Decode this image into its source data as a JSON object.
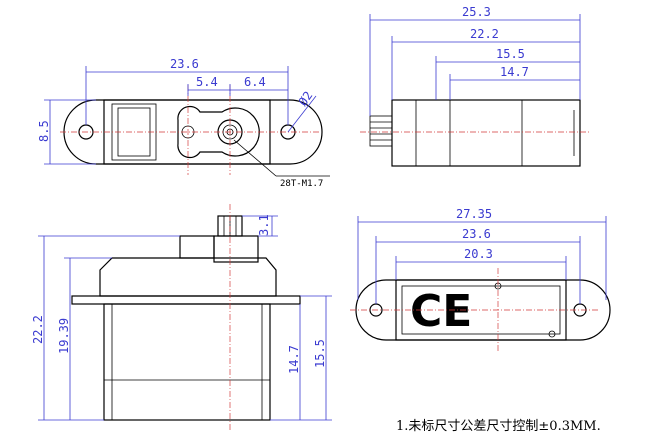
{
  "top_view": {
    "dims": {
      "overall": "23.6",
      "left_offset": "5.4",
      "right_offset": "6.4",
      "hole": "Ø2",
      "height": "8.5",
      "spline": "28T-M1.7"
    }
  },
  "side_view": {
    "dims": {
      "total": "25.3",
      "body": "22.2",
      "mid": "15.5",
      "lower": "14.7"
    }
  },
  "front_view": {
    "dims": {
      "spline_height": "3.1",
      "total_height": "22.2",
      "body_height": "19.39",
      "mount_low": "14.7",
      "mount_high": "15.5"
    }
  },
  "bottom_view": {
    "dims": {
      "overall": "27.35",
      "flange": "23.6",
      "body": "20.3"
    },
    "mark": "CE"
  },
  "note": "1.未标尺寸公差尺寸控制±0.3MM.",
  "colors": {
    "outline": "#000000",
    "dimension": "#3a3ad0",
    "centerline": "#d23a3a"
  }
}
